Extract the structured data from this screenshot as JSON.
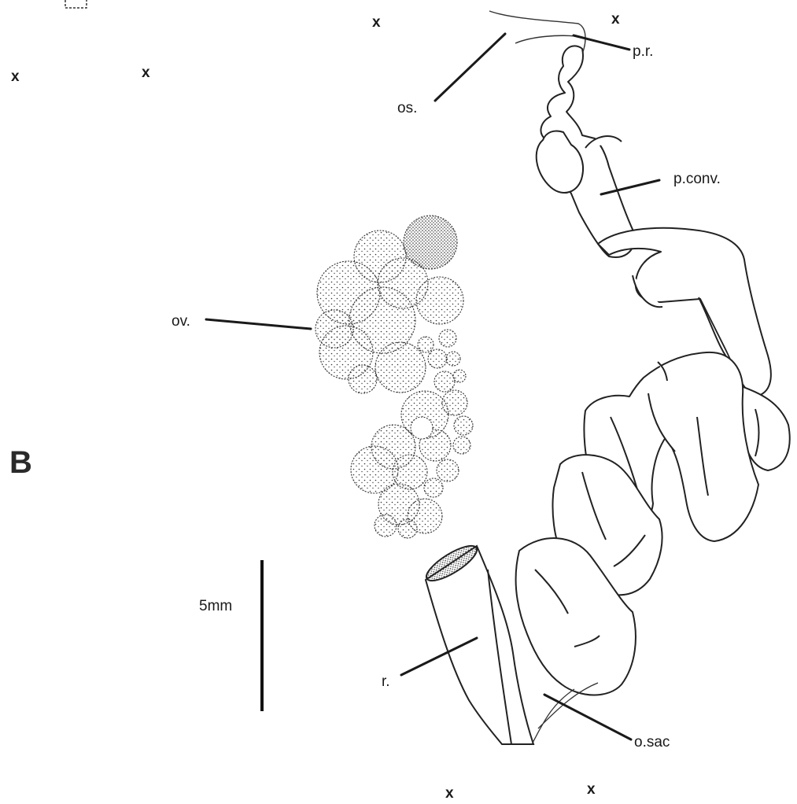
{
  "figure": {
    "panel_letter": "B",
    "registration_mark": "x",
    "scale_bar_label": "5mm",
    "labels": {
      "pr": "p.r.",
      "os": "os.",
      "pconv": "p.conv.",
      "ov": "ov.",
      "r": "r.",
      "osac": "o.sac"
    }
  }
}
